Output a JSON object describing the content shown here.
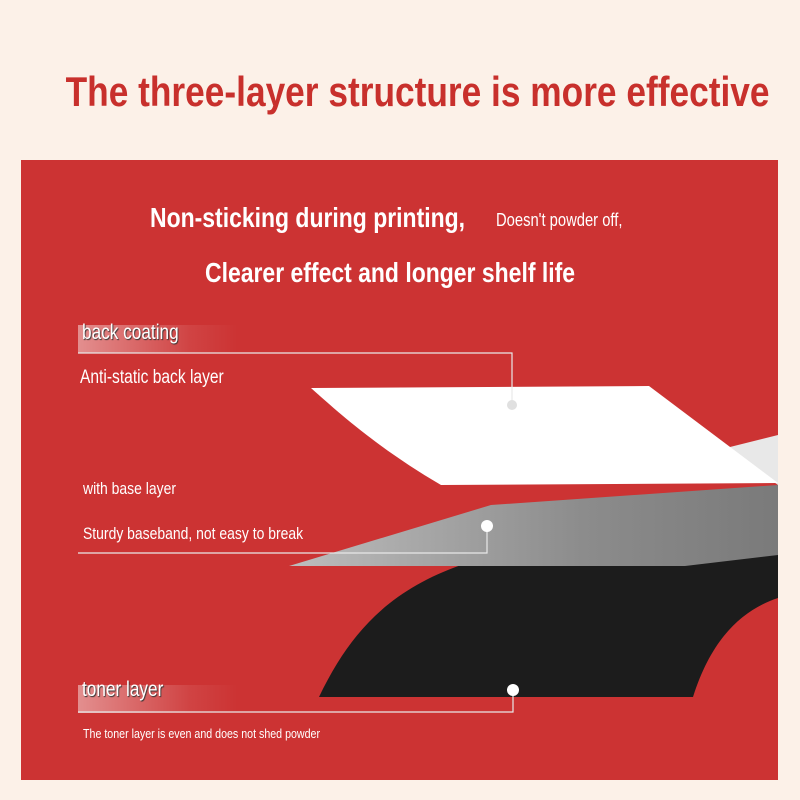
{
  "title": "The three-layer structure is more effective",
  "headline": {
    "line1": "Non-sticking during printing,",
    "line1_aside": "Doesn't powder off,",
    "line2": "Clearer effect and longer shelf life"
  },
  "layers": [
    {
      "name": "back coating",
      "description": "Anti-static back layer"
    },
    {
      "name": "with base layer",
      "description": "Sturdy baseband, not easy to break"
    },
    {
      "name": "toner layer",
      "description": "The toner layer is even and does not shed powder"
    }
  ],
  "colors": {
    "title": "#c8302c",
    "panel": "#cc3333",
    "page_background": "#fcf1e8",
    "back_layer": "#ffffff",
    "base_layer": "#9a9a9a",
    "toner_layer": "#1a1a1a"
  }
}
